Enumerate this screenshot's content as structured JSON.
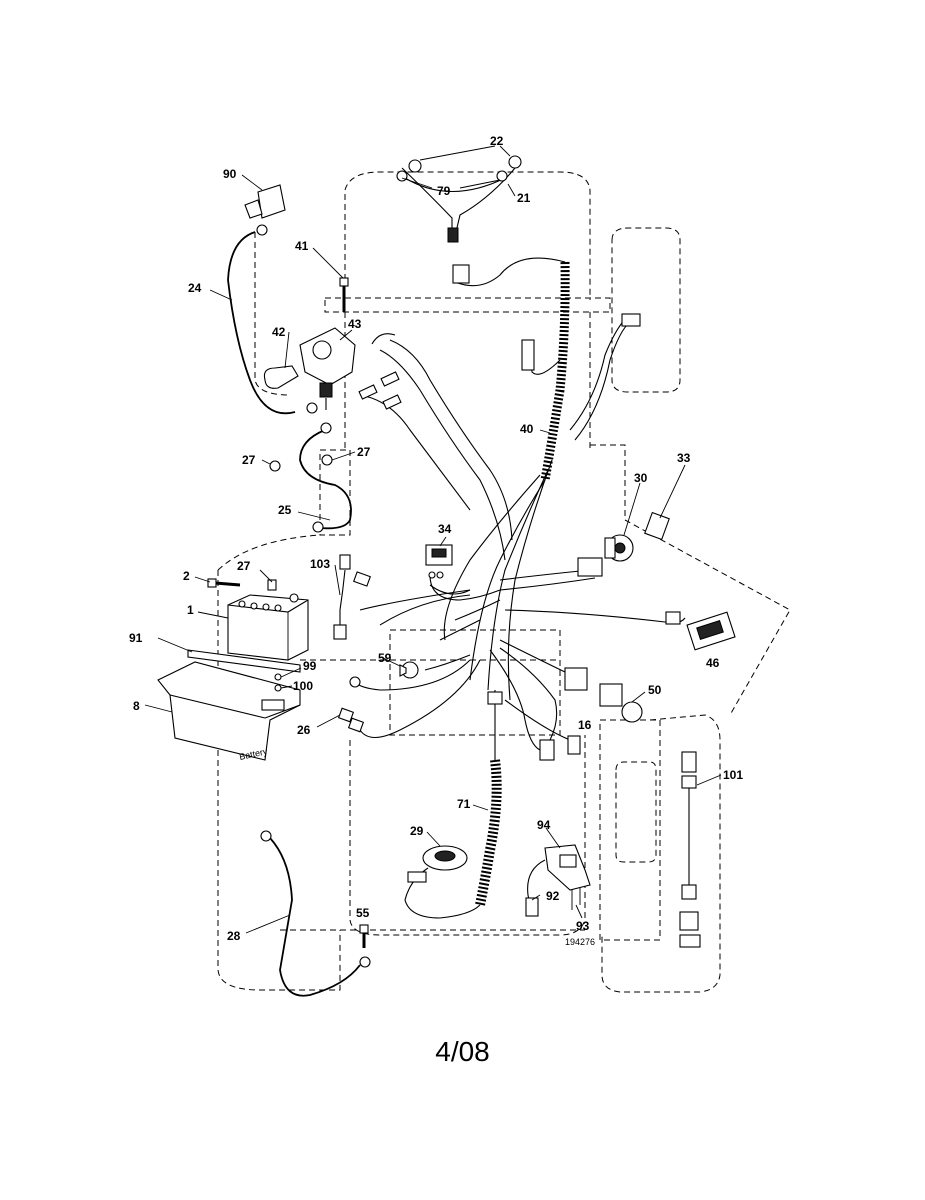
{
  "diagram": {
    "callouts": {
      "c22": "22",
      "c79": "79",
      "c21": "21",
      "c90": "90",
      "c41": "41",
      "c24": "24",
      "c42": "42",
      "c43": "43",
      "c27a": "27",
      "c27b": "27",
      "c40": "40",
      "c25": "25",
      "c34": "34",
      "c30": "30",
      "c33": "33",
      "c103": "103",
      "c2": "2",
      "c27c": "27",
      "c1": "1",
      "c91": "91",
      "c59": "59",
      "c99": "99",
      "c100": "100",
      "c8": "8",
      "c26": "26",
      "c46": "46",
      "c50": "50",
      "c16": "16",
      "c101": "101",
      "c71": "71",
      "c29": "29",
      "c94": "94",
      "c92": "92",
      "c93": "93",
      "c55": "55",
      "c28": "28"
    },
    "battery_label": "Battery",
    "drawing_number": "194276"
  },
  "footer": {
    "date_code": "4/08"
  }
}
